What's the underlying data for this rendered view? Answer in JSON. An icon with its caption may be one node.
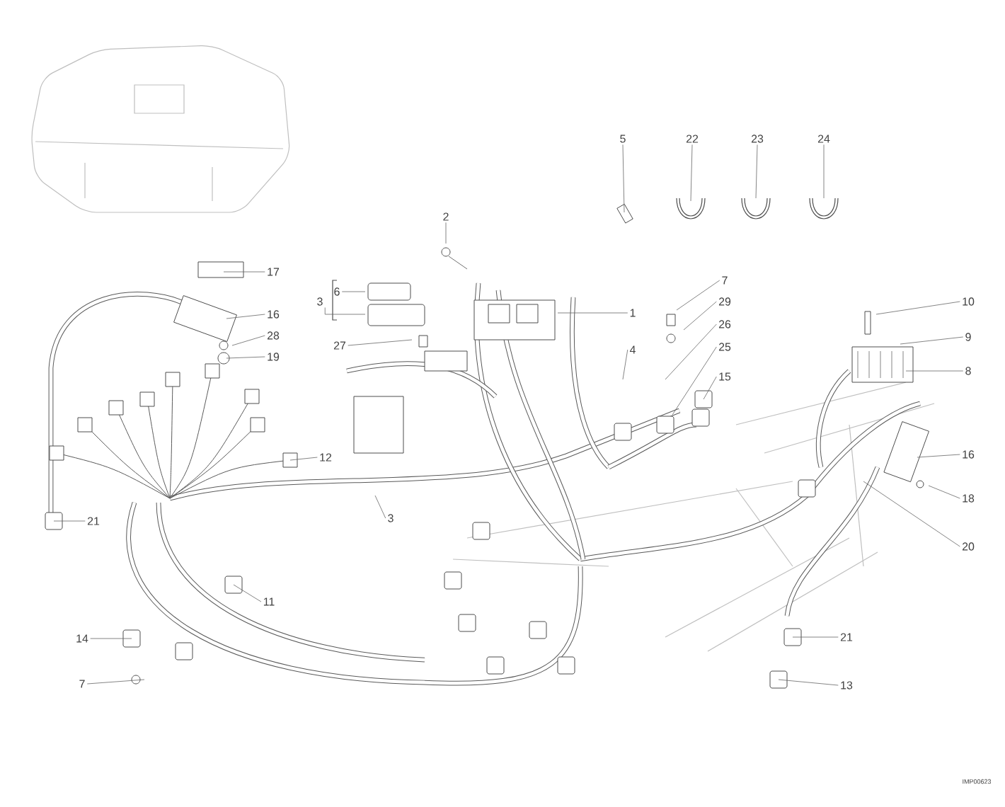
{
  "diagram": {
    "nodes": [
      {
        "text": [
          "5"
        ]
      },
      {
        "text": [
          "22"
        ]
      },
      {
        "text": [
          "23"
        ]
      },
      {
        "text": [
          "24"
        ]
      },
      {
        "text": [
          "2"
        ]
      },
      {
        "text": [
          "17"
        ]
      },
      {
        "text": [
          "7"
        ]
      },
      {
        "text": [
          "10"
        ]
      },
      {
        "text": [
          "6"
        ]
      },
      {
        "text": [
          "1"
        ]
      },
      {
        "text": [
          "29"
        ]
      },
      {
        "text": [
          "9"
        ]
      },
      {
        "text": [
          "16"
        ]
      },
      {
        "text": [
          "26"
        ]
      },
      {
        "text": [
          "28"
        ]
      },
      {
        "text": [
          "27"
        ]
      },
      {
        "text": [
          "25"
        ]
      },
      {
        "text": [
          "19"
        ]
      },
      {
        "text": [
          "4"
        ]
      },
      {
        "text": [
          "8"
        ]
      },
      {
        "text": [
          "15"
        ]
      },
      {
        "text": [
          "12"
        ]
      },
      {
        "text": [
          "16"
        ]
      },
      {
        "text": [
          "3"
        ]
      },
      {
        "text": [
          "18"
        ]
      },
      {
        "text": [
          "21"
        ]
      },
      {
        "text": [
          "20"
        ]
      },
      {
        "text": [
          "11"
        ]
      },
      {
        "text": [
          "14"
        ]
      },
      {
        "text": [
          "21"
        ]
      },
      {
        "text": [
          "7"
        ]
      },
      {
        "text": [
          "13"
        ]
      },
      {
        "text": [
          "3"
        ]
      }
    ],
    "edges": [
      {
        "from": 0,
        "to": null,
        "arrow": "none"
      },
      {
        "from": 1,
        "to": null,
        "arrow": "none"
      },
      {
        "from": 2,
        "to": null,
        "arrow": "none"
      },
      {
        "from": 3,
        "to": null,
        "arrow": "none"
      },
      {
        "from": 4,
        "to": null,
        "arrow": "none"
      },
      {
        "from": 5,
        "to": null,
        "arrow": "none"
      },
      {
        "from": 6,
        "to": null,
        "arrow": "none"
      },
      {
        "from": 7,
        "to": null,
        "arrow": "none"
      },
      {
        "from": 8,
        "to": null,
        "arrow": "none"
      },
      {
        "from": 9,
        "to": null,
        "arrow": "none"
      },
      {
        "from": 10,
        "to": null,
        "arrow": "none"
      },
      {
        "from": 11,
        "to": null,
        "arrow": "none"
      },
      {
        "from": 12,
        "to": null,
        "arrow": "none"
      },
      {
        "from": 13,
        "to": null,
        "arrow": "none"
      },
      {
        "from": 14,
        "to": null,
        "arrow": "none"
      },
      {
        "from": 15,
        "to": null,
        "arrow": "none"
      },
      {
        "from": 16,
        "to": null,
        "arrow": "none"
      },
      {
        "from": 17,
        "to": null,
        "arrow": "none"
      },
      {
        "from": 18,
        "to": null,
        "arrow": "none"
      },
      {
        "from": 19,
        "to": null,
        "arrow": "none"
      },
      {
        "from": 20,
        "to": null,
        "arrow": "none"
      },
      {
        "from": 21,
        "to": null,
        "arrow": "none"
      },
      {
        "from": 22,
        "to": null,
        "arrow": "none"
      },
      {
        "from": 23,
        "to": null,
        "arrow": "none"
      },
      {
        "from": 24,
        "to": null,
        "arrow": "none"
      },
      {
        "from": 25,
        "to": null,
        "arrow": "none"
      },
      {
        "from": 26,
        "to": null,
        "arrow": "none"
      },
      {
        "from": 27,
        "to": null,
        "arrow": "none"
      },
      {
        "from": 28,
        "to": null,
        "arrow": "none"
      },
      {
        "from": 29,
        "to": null,
        "arrow": "none"
      },
      {
        "from": 30,
        "to": null,
        "arrow": "none"
      },
      {
        "from": 31,
        "to": null,
        "arrow": "none"
      },
      {
        "from": 32,
        "to": null,
        "arrow": "none"
      }
    ],
    "labels": [
      "IMP00623"
    ]
  }
}
